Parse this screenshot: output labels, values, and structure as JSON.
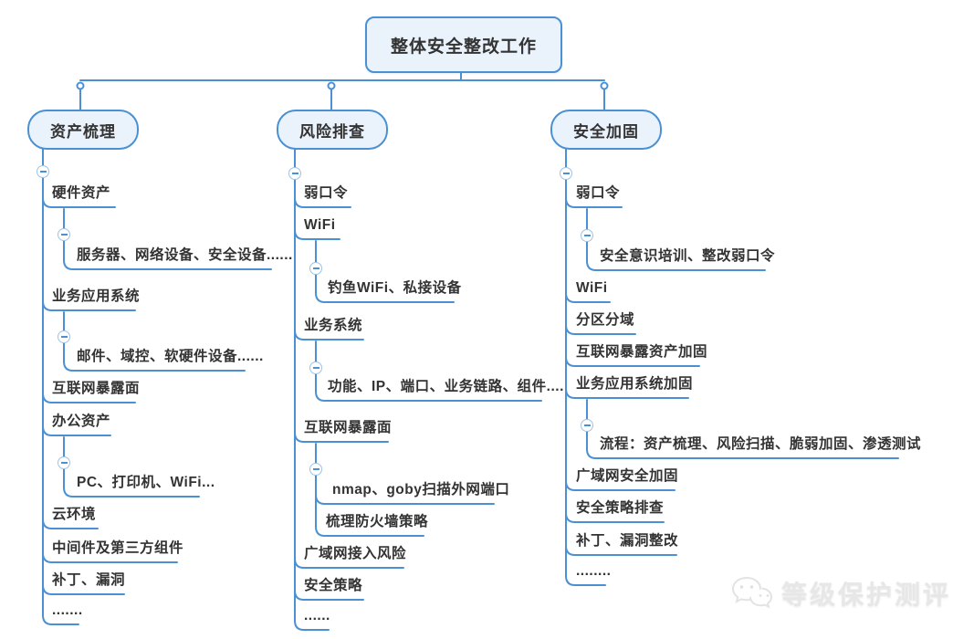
{
  "root": {
    "label": "整体安全整改工作"
  },
  "branches": [
    {
      "label": "资产梳理",
      "children": [
        {
          "label": "硬件资产",
          "children": [
            {
              "label": "服务器、网络设备、安全设备......"
            }
          ]
        },
        {
          "label": "业务应用系统",
          "children": [
            {
              "label": "邮件、域控、软硬件设备......"
            }
          ]
        },
        {
          "label": "互联网暴露面"
        },
        {
          "label": "办公资产",
          "children": [
            {
              "label": "PC、打印机、WiFi..."
            }
          ]
        },
        {
          "label": "云环境"
        },
        {
          "label": "中间件及第三方组件"
        },
        {
          "label": "补丁、漏洞"
        },
        {
          "label": "......."
        }
      ]
    },
    {
      "label": "风险排查",
      "children": [
        {
          "label": "弱口令"
        },
        {
          "label": "WiFi",
          "children": [
            {
              "label": "钓鱼WiFi、私接设备"
            }
          ]
        },
        {
          "label": "业务系统",
          "children": [
            {
              "label": "功能、IP、端口、业务链路、组件...."
            }
          ]
        },
        {
          "label": "互联网暴露面",
          "children": [
            {
              "label": "nmap、goby扫描外网端口"
            },
            {
              "label": "梳理防火墙策略"
            }
          ]
        },
        {
          "label": "广域网接入风险"
        },
        {
          "label": "安全策略"
        },
        {
          "label": "......"
        }
      ]
    },
    {
      "label": "安全加固",
      "children": [
        {
          "label": "弱口令",
          "children": [
            {
              "label": "安全意识培训、整改弱口令"
            }
          ]
        },
        {
          "label": "WiFi"
        },
        {
          "label": "分区分域"
        },
        {
          "label": "互联网暴露资产加固"
        },
        {
          "label": "业务应用系统加固",
          "children": [
            {
              "label": "流程：资产梳理、风险扫描、脆弱加固、渗透测试"
            }
          ]
        },
        {
          "label": "广域网安全加固"
        },
        {
          "label": "安全策略排查"
        },
        {
          "label": "补丁、漏洞整改"
        },
        {
          "label": "........"
        }
      ]
    }
  ],
  "watermark": {
    "label": "等级保护测评",
    "icon": "wechat-icon"
  },
  "colors": {
    "line": "#4a90d2",
    "node_fill": "#eaf3fc",
    "node_border": "#4a90d2",
    "text": "#333333",
    "watermark": "#e7e7e7"
  }
}
